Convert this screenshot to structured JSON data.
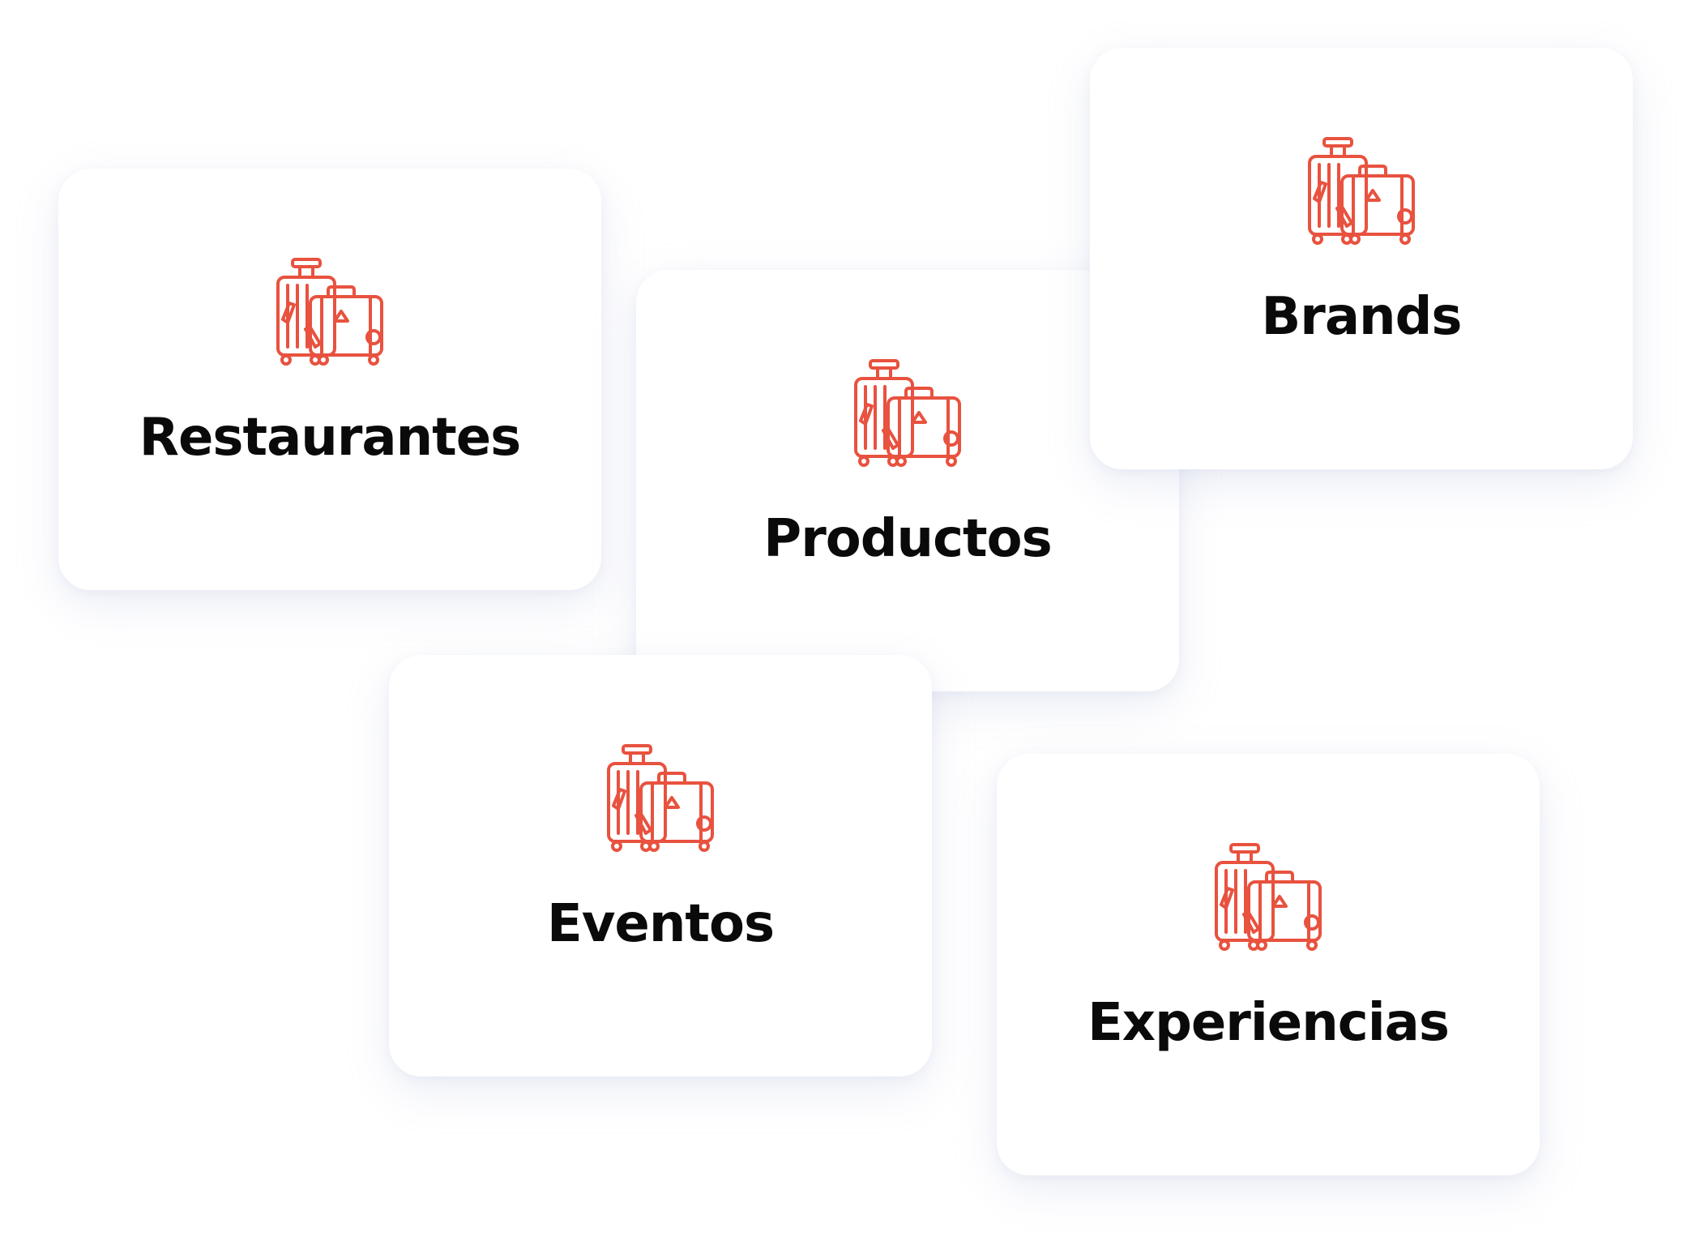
{
  "icon": "luggage-icon",
  "accent_color": "#e8523f",
  "cards": [
    {
      "label": "Restaurantes"
    },
    {
      "label": "Productos"
    },
    {
      "label": "Brands"
    },
    {
      "label": "Eventos"
    },
    {
      "label": "Experiencias"
    }
  ]
}
